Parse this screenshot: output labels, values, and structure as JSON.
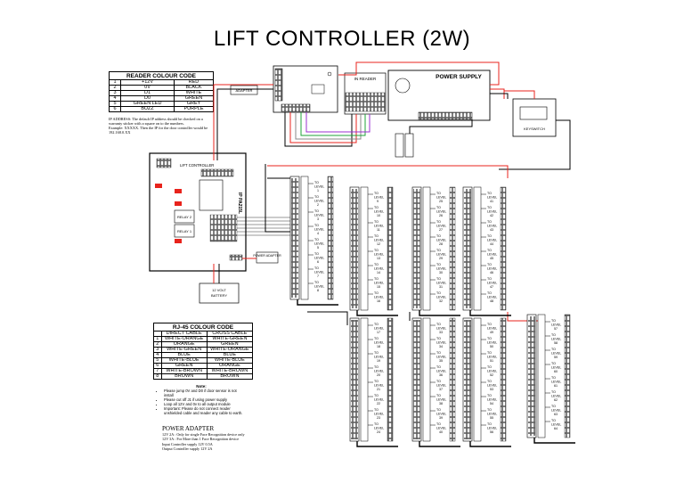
{
  "title": "LIFT CONTROLLER  (2W)",
  "reader_table": {
    "heading": "READER COLOUR CODE",
    "rows": [
      [
        "1",
        "+12V",
        "RED"
      ],
      [
        "2",
        "0V",
        "BLACK"
      ],
      [
        "3",
        "D1",
        "WHITE"
      ],
      [
        "4",
        "D0",
        "GREEN"
      ],
      [
        "5",
        "GREEN LED",
        "GREY"
      ],
      [
        "6",
        "BUZZ",
        "PURPLE"
      ]
    ]
  },
  "ip_note": {
    "para1": "IP ADDRESS: The default IP address should be checked on a warranty sticker with a square on to the numbers.",
    "para2": "Example: XXXXX. Then the IP for the door controller would be 192.168.0.XX"
  },
  "labels": {
    "in_reader": "IN READER",
    "power_supply": "POWER SUPPLY",
    "adapter": "ADAPTER",
    "keyswitch": "KEYSWITCH",
    "lift_controller": "LIFT CONTROLLER",
    "relay2": "RELAY 2",
    "relay1": "RELAY 1",
    "power_adapter": "POWER ADAPTER",
    "battery": "12 VOLT BATTERY",
    "controller_side": "IP PA215L",
    "to": "TO",
    "level": "LEVEL"
  },
  "levels": {
    "b1": [
      "1",
      "2",
      "3",
      "4",
      "5",
      "6",
      "7",
      "8"
    ],
    "b2": [
      "9",
      "10",
      "11",
      "12",
      "13",
      "14",
      "15",
      "16"
    ],
    "b3": [
      "25",
      "26",
      "27",
      "28",
      "29",
      "30",
      "31",
      "32"
    ],
    "b4": [
      "41",
      "42",
      "43",
      "44",
      "45",
      "46",
      "47",
      "48"
    ],
    "b5": [
      "17",
      "18",
      "19",
      "20",
      "21",
      "22",
      "23",
      "24"
    ],
    "b6": [
      "33",
      "34",
      "35",
      "36",
      "37",
      "38",
      "39",
      "40"
    ],
    "b7": [
      "49",
      "50",
      "51",
      "52",
      "53",
      "54",
      "55",
      "56"
    ],
    "b8": [
      "57",
      "58",
      "59",
      "60",
      "61",
      "62",
      "63",
      "64"
    ]
  },
  "rj45_table": {
    "heading": "RJ-45 COLOUR CODE",
    "col1": "DIRECT CABLE",
    "col2": "CROSS CABLE",
    "rows": [
      [
        "1",
        "WHITE-ORANGE",
        "WHITE-GREEN"
      ],
      [
        "2",
        "ORANGE",
        "GREEN"
      ],
      [
        "3",
        "WHITE-GREEN",
        "WHITE-ORANGE"
      ],
      [
        "4",
        "BLUE",
        "BLUE"
      ],
      [
        "5",
        "WHITE-BLUE",
        "WHITE-BLUE"
      ],
      [
        "6",
        "GREEN",
        "ORANGE"
      ],
      [
        "7",
        "WHITE-BROWN",
        "WHITE-BROWN"
      ],
      [
        "8",
        "BROWN",
        "BROWN"
      ]
    ]
  },
  "notes": {
    "heading": "Note:",
    "items": [
      "Please jump 0V and D0 if door sensor is not install",
      "Please cut off J1 if using power supply",
      "Loop all 12V and 0v to all output module",
      "Important: Please do not connect reader unshielded cable and reader any cable to earth."
    ]
  },
  "power_adapter_note": {
    "heading": "POWER ADAPTER",
    "lines": [
      "12V 2A : Only for single Face Recognition device only",
      "12V 3A : For More than 1 Face Recognition device",
      "Input Controller supply 12V 0.5A",
      "Output Controller supply 12V 2A"
    ]
  },
  "colors": {
    "red": "#e8231c",
    "green": "#1fa33a",
    "purple": "#9b30d0",
    "black": "#000000",
    "grey": "#888888"
  }
}
